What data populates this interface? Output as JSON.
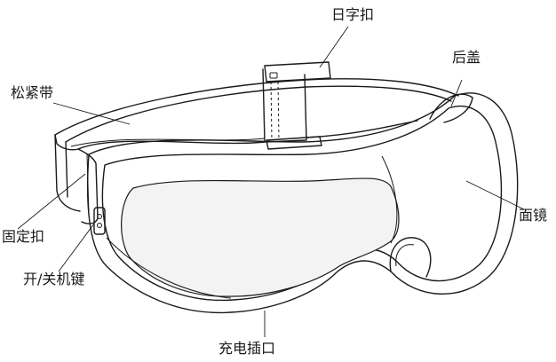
{
  "labels": {
    "buckle_top": "日字扣",
    "back_cover": "后盖",
    "strap": "松紧带",
    "face_mask": "面镜",
    "fixing_buckle": "固定扣",
    "power_key": "开/关机键",
    "charging_port": "充电插口"
  }
}
